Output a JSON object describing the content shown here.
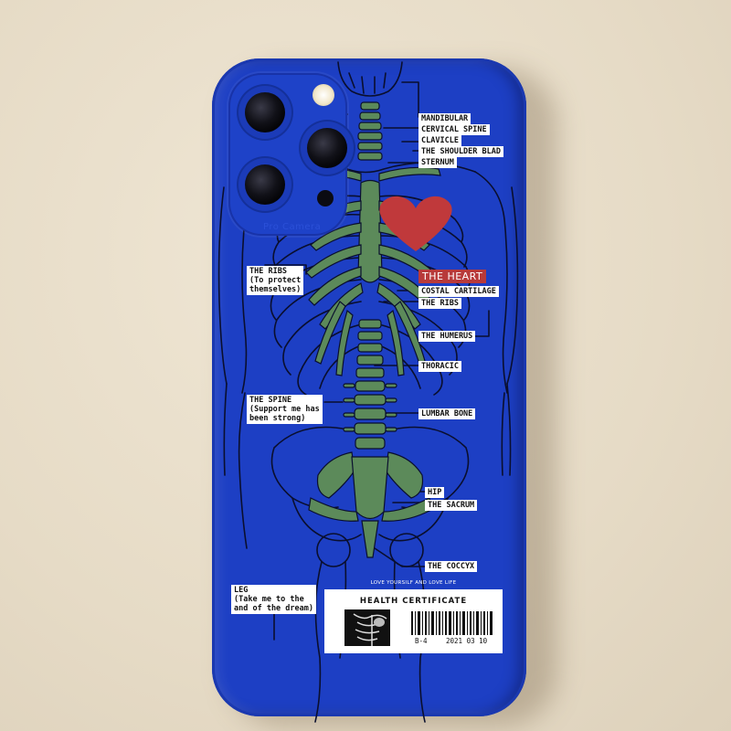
{
  "scene": {
    "background_color": "#e9dfcc",
    "case_color": "#1d3fc4",
    "bone_color": "#5c8a5a",
    "heart_color": "#c0393b",
    "camera_text": "Pro Camera"
  },
  "labels": {
    "mandibular": "MANDIBULAR",
    "cervical_spine": "CERVICAL SPINE",
    "clavicle": "CLAVICLE",
    "shoulder_blade": "THE SHOULDER BLAD",
    "sternum": "STERNUM",
    "the_ribs_left": "THE RIBS\n(To protect\nthemselves)",
    "the_heart": "THE HEART",
    "costal_cartilage": "COSTAL CARTILAGE",
    "the_ribs_right": "THE RIBS",
    "the_humerus": "THE HUMERUS",
    "thoracic": "THORACIC",
    "the_spine": "THE SPINE\n(Support me has\nbeen strong)",
    "lumbar_bone": "LUMBAR BONE",
    "hip": "HIP",
    "the_sacrum": "THE SACRUM",
    "the_coccyx": "THE COCCYX",
    "leg": "LEG\n(Take me to the\nand of the dream)"
  },
  "certificate": {
    "tagline": "LOVE YOURSILF AND LOVE LIFE",
    "title": "HEALTH CERTIFICATE",
    "code_left": "B-4",
    "code_right": "2021 03 10"
  }
}
